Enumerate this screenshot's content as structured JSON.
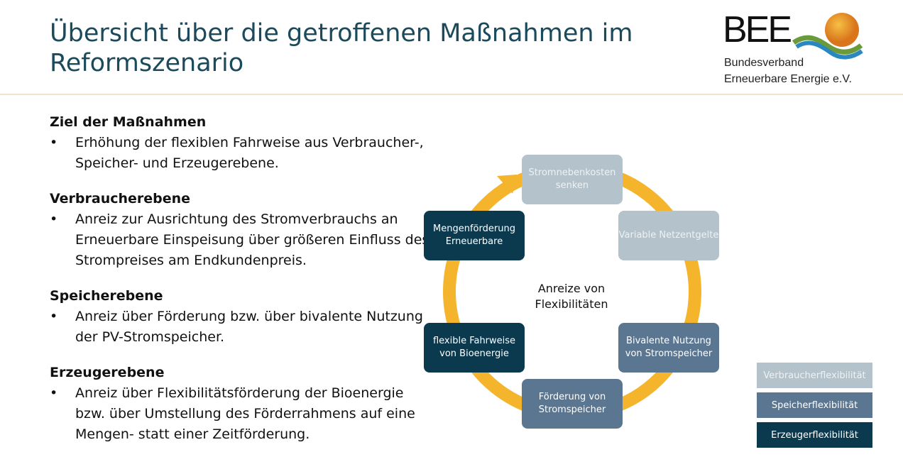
{
  "header": {
    "title": "Übersicht über die getroffenen Maßnahmen im Reformszenario",
    "logo": {
      "abbr": "BEE",
      "line1": "Bundesverband",
      "line2": "Erneuerbare Energie e.V."
    }
  },
  "sections": [
    {
      "heading": "Ziel der Maßnahmen",
      "bullet": "Erhöhung der flexiblen Fahrweise aus Verbraucher-, Speicher- und Erzeugerebene."
    },
    {
      "heading": "Verbraucherebene",
      "bullet": "Anreiz zur Ausrichtung des Stromverbrauchs an Erneuerbare Einspeisung über größeren Einfluss des Strompreises am Endkundenpreis."
    },
    {
      "heading": "Speicherebene",
      "bullet": "Anreiz über Förderung bzw. über bivalente Nutzung der PV-Stromspeicher."
    },
    {
      "heading": "Erzeugerebene",
      "bullet": "Anreiz über Flexibilitätsförderung der Bioenergie bzw. über Umstellung des Förderrahmens auf eine Mengen- statt einer Zeitförderung."
    }
  ],
  "bullet_char": "•",
  "diagram": {
    "center": "Anreize von Flexibilitäten",
    "items": [
      {
        "label": "Stromnebenkosten senken",
        "category": "light"
      },
      {
        "label": "Variable Netzentgelte",
        "category": "light"
      },
      {
        "label": "Bivalente Nutzung von Stromspeicher",
        "category": "mid"
      },
      {
        "label": "Förderung von Stromspeicher",
        "category": "mid"
      },
      {
        "label": "flexible Fahrweise von Bioenergie",
        "category": "dark"
      },
      {
        "label": "Mengenförderung Erneuerbare",
        "category": "dark"
      }
    ]
  },
  "legend": [
    {
      "label": "Verbraucherflexibilität",
      "color": "#b3c2cb"
    },
    {
      "label": "Speicherflexibilität",
      "color": "#5b7691"
    },
    {
      "label": "Erzeugerflexibilität",
      "color": "#0b3a4f"
    }
  ],
  "colors": {
    "ring": "#f4b42b",
    "title": "#1b4a5c"
  }
}
